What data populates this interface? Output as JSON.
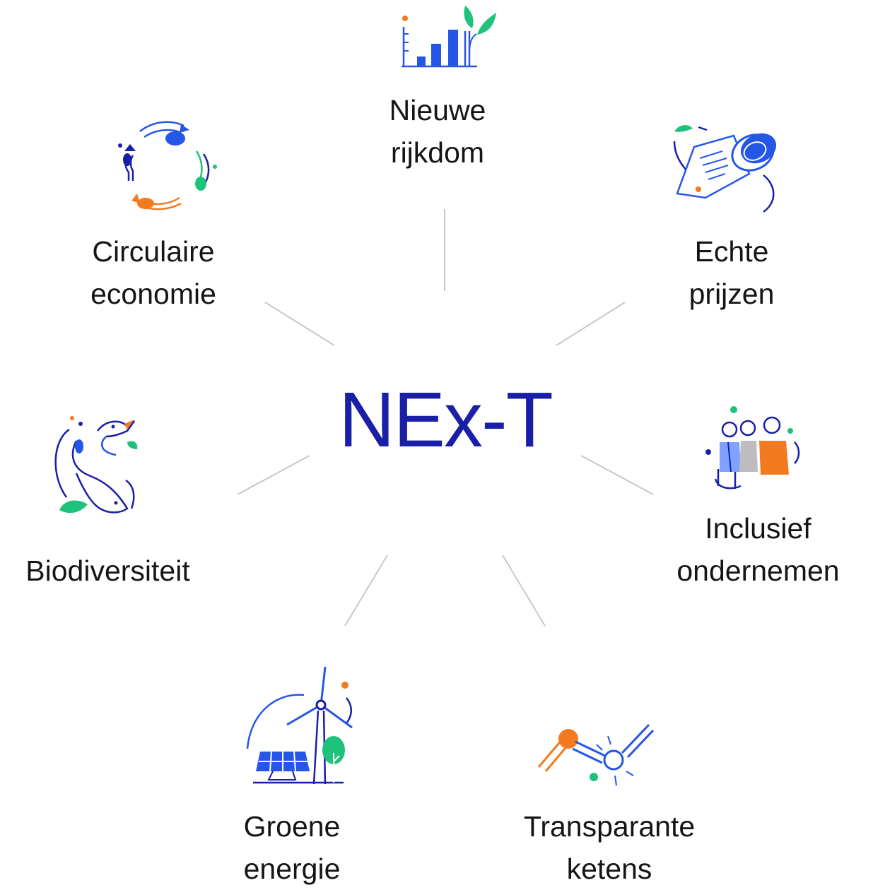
{
  "center": {
    "title": "NEx-T"
  },
  "themes": [
    {
      "key": "nieuwe-rijkdom",
      "line1": "Nieuwe",
      "line2": "rijkdom",
      "icon": "bar-chart-plant-icon"
    },
    {
      "key": "echte-prijzen",
      "line1": "Echte",
      "line2": "prijzen",
      "icon": "coin-document-icon"
    },
    {
      "key": "inclusief-ondernemen",
      "line1": "Inclusief",
      "line2": "ondernemen",
      "icon": "people-group-icon"
    },
    {
      "key": "transparante-ketens",
      "line1": "Transparante",
      "line2": "ketens",
      "icon": "chain-link-icon"
    },
    {
      "key": "groene-energie",
      "line1": "Groene",
      "line2": "energie",
      "icon": "wind-solar-icon"
    },
    {
      "key": "biodiversiteit",
      "line1": "Biodiversiteit",
      "icon": "bird-fish-icon"
    },
    {
      "key": "circulaire-economie",
      "line1": "Circulaire",
      "line2": "economie",
      "icon": "circular-arrows-icon"
    }
  ],
  "colors": {
    "navy": "#1a1fa8",
    "blue": "#2456e8",
    "green": "#1fc27a",
    "orange": "#f47a1f",
    "line": "#c8c8c8",
    "text": "#151515"
  }
}
